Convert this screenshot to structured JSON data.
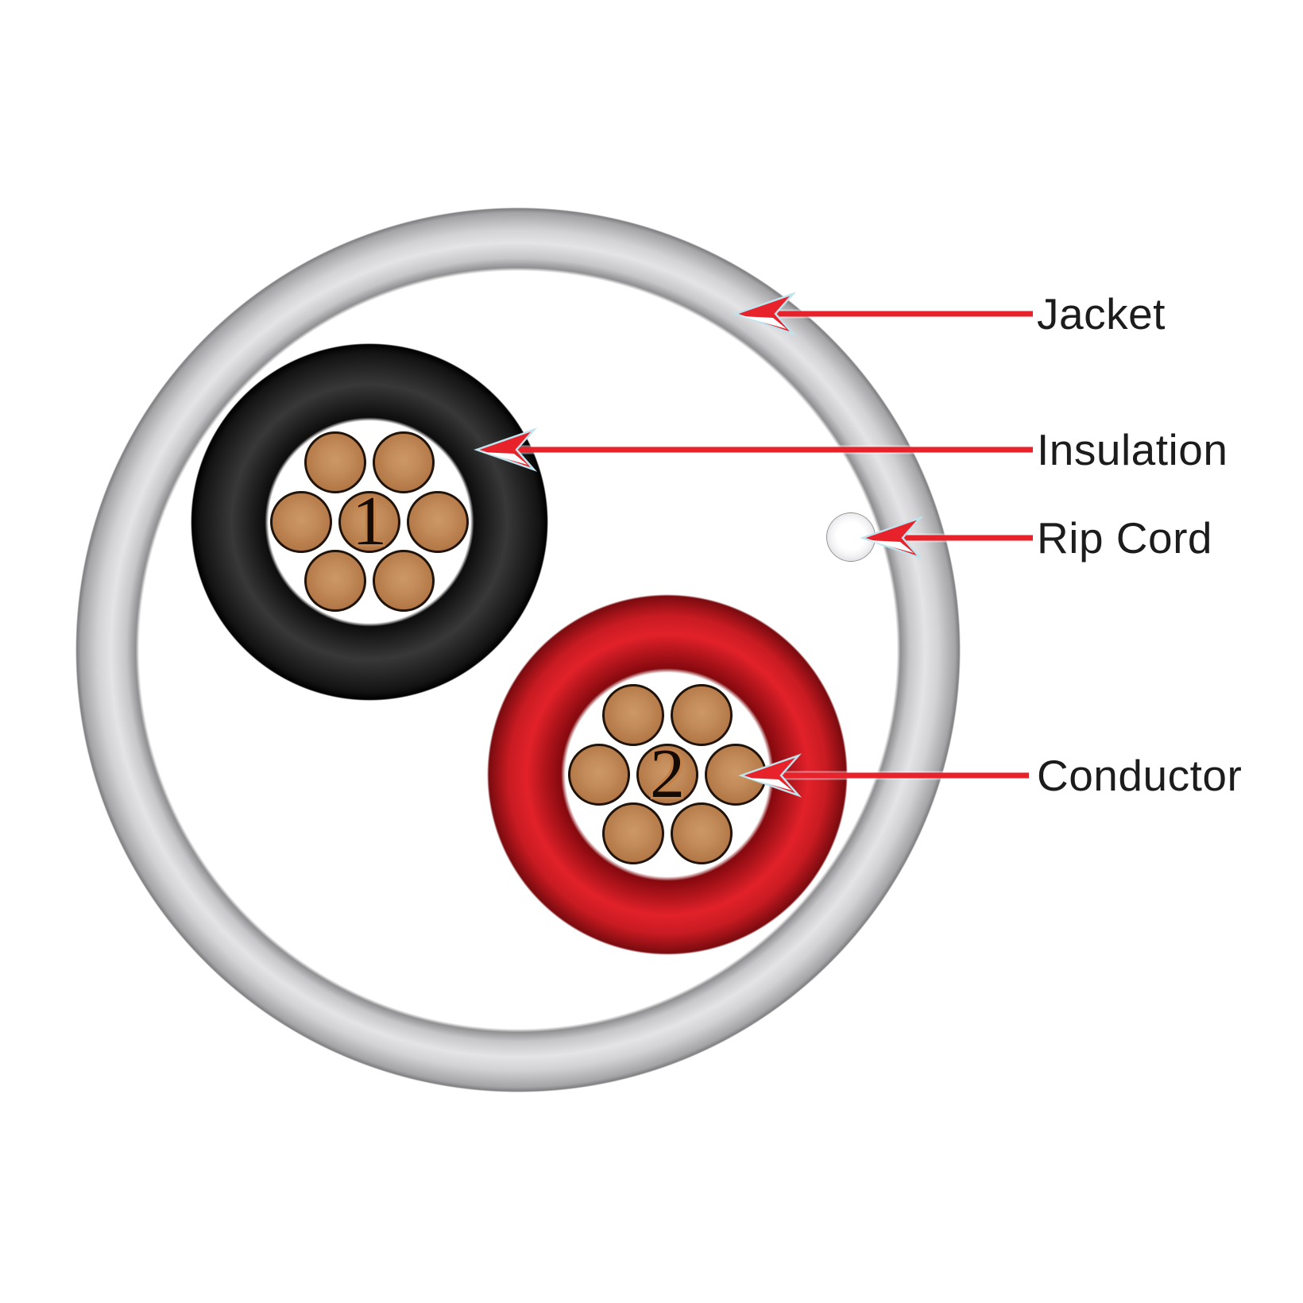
{
  "diagram": {
    "labels": {
      "jacket": "Jacket",
      "insulation": "Insulation",
      "rip_cord": "Rip Cord",
      "conductor": "Conductor"
    },
    "wires": [
      {
        "number": "1",
        "insulation_color": "black",
        "strand_count": 7
      },
      {
        "number": "2",
        "insulation_color": "red",
        "strand_count": 7
      }
    ],
    "colors": {
      "leader_line_red": "#e7222a",
      "jacket_gray": "#d6d6d8",
      "insulation_1_black": "#111111",
      "insulation_2_red": "#d81f26",
      "conductor_copper": "#b4774a",
      "label_text": "#1c1c1c",
      "background": "#ffffff"
    }
  }
}
